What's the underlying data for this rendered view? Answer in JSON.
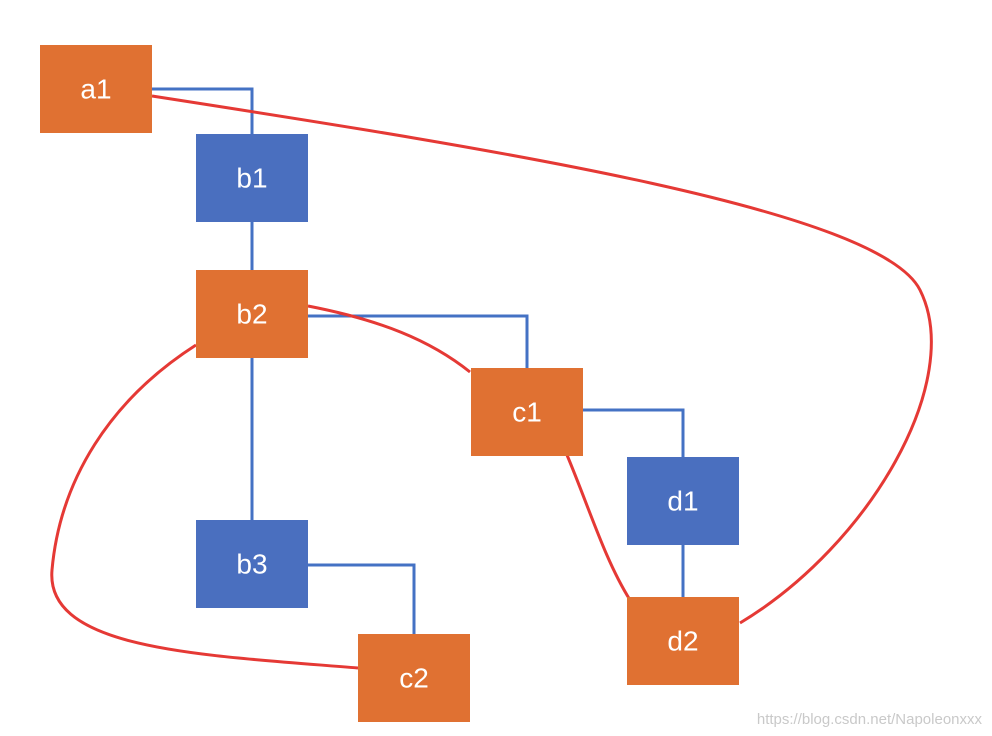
{
  "colors": {
    "orange": "#E07132",
    "blue": "#4A6FBF",
    "tree_edge": "#4472C4",
    "extra_edge": "#E53935",
    "label": "#FFFFFF"
  },
  "nodes": [
    {
      "id": "a1",
      "label": "a1",
      "color": "orange"
    },
    {
      "id": "b1",
      "label": "b1",
      "color": "blue"
    },
    {
      "id": "b2",
      "label": "b2",
      "color": "orange"
    },
    {
      "id": "c1",
      "label": "c1",
      "color": "orange"
    },
    {
      "id": "d1",
      "label": "d1",
      "color": "blue"
    },
    {
      "id": "b3",
      "label": "b3",
      "color": "blue"
    },
    {
      "id": "c2",
      "label": "c2",
      "color": "orange"
    },
    {
      "id": "d2",
      "label": "d2",
      "color": "orange"
    }
  ],
  "tree_edges": [
    {
      "from": "a1",
      "to": "b1"
    },
    {
      "from": "b1",
      "to": "b2"
    },
    {
      "from": "b2",
      "to": "c1"
    },
    {
      "from": "b2",
      "to": "b3"
    },
    {
      "from": "c1",
      "to": "d1"
    },
    {
      "from": "d1",
      "to": "d2"
    },
    {
      "from": "b3",
      "to": "c2"
    }
  ],
  "extra_edges": [
    {
      "from": "a1",
      "to": "d2"
    },
    {
      "from": "b2",
      "to": "c1"
    },
    {
      "from": "b2",
      "to": "c2"
    },
    {
      "from": "c1",
      "to": "d2"
    }
  ],
  "watermark": "https://blog.csdn.net/Napoleonxxx"
}
